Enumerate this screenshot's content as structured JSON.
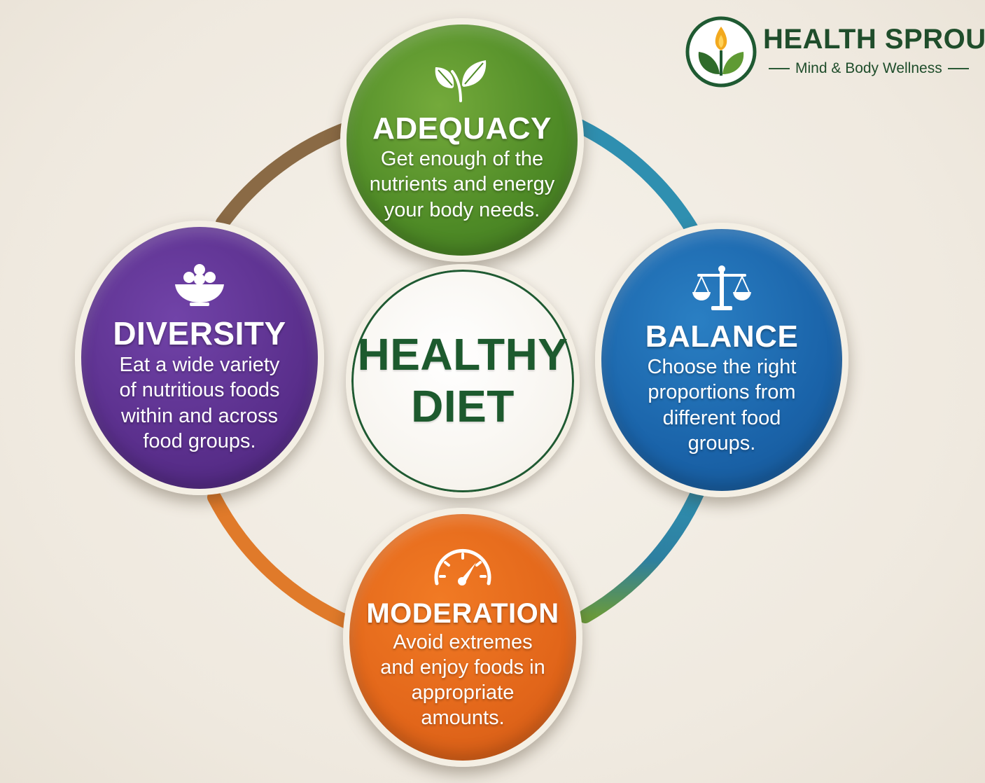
{
  "brand": {
    "name": "HEALTH SPROUT",
    "tagline": "Mind & Body Wellness",
    "icon": "sprout-flame-icon"
  },
  "center": {
    "title": "HEALTHY\nDIET"
  },
  "principles": {
    "adequacy": {
      "title": "ADEQUACY",
      "description": "Get enough of the nutrients and energy your body needs.",
      "icon": "leaves-icon",
      "color": "#4e8a26"
    },
    "diversity": {
      "title": "DIVERSITY",
      "description": "Eat a wide variety of nutritious foods within and across food groups.",
      "icon": "bowl-icon",
      "color": "#5a2f8c"
    },
    "balance": {
      "title": "BALANCE",
      "description": "Choose the right proportions from different food groups.",
      "icon": "scale-icon",
      "color": "#1a63a9"
    },
    "moderation": {
      "title": "MODERATION",
      "description": "Avoid extremes and enjoy foods in appropriate amounts.",
      "icon": "gauge-icon",
      "color": "#e2661a"
    }
  },
  "ring_colors": {
    "top_left": "#8a6a45",
    "top_right": "#2f8fb0",
    "bottom_right": "#6a9a3c",
    "bottom_left": "#e07a2a"
  }
}
